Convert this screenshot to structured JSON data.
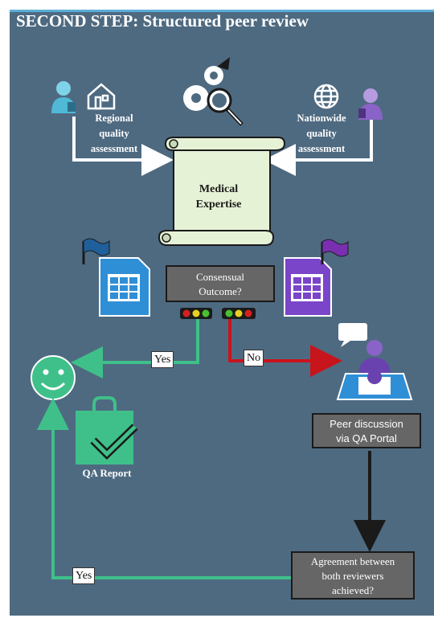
{
  "title": "SECOND STEP: Structured peer review",
  "regional_label": [
    "Regional",
    "quality",
    "assessment"
  ],
  "nationwide_label": [
    "Nationwide",
    "quality",
    "assessment"
  ],
  "scroll_text": [
    "Medical",
    "Expertise"
  ],
  "consensus_box": [
    "Consensual",
    "Outcome?"
  ],
  "yes_top": "Yes",
  "no_label": "No",
  "qa_report": "QA Report",
  "peer_box": [
    "Peer discussion",
    "via QA Portal"
  ],
  "agreement_box": [
    "Agreement between",
    "both reviewers",
    "achieved?"
  ],
  "yes_bottom": "Yes",
  "colors": {
    "panel": "#4e6a81",
    "green": "#3fc08a",
    "red": "#c8141b",
    "scroll": "#e6f2d6",
    "purple": "#7a45c9",
    "blue": "#2f8fd6"
  }
}
